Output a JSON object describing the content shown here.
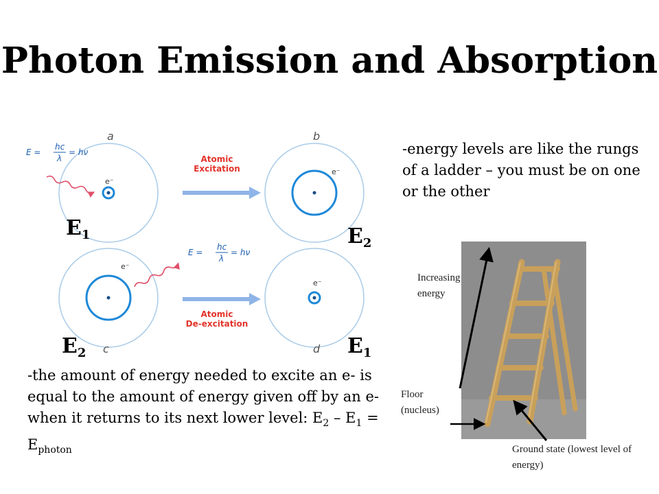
{
  "slide": {
    "title": "Photon Emission and Absorption",
    "note_top": "-energy levels are like the rungs of  a ladder – you must be on one or the other",
    "note_bottom_main": "-the amount of energy needed to excite an e- is equal to the amount of energy given off by an e- when it returns to its next lower level:  E",
    "eq": {
      "sub2": "2",
      "dash": " – E",
      "sub1": "1",
      "equals": " = E",
      "sub_photon": "photon"
    }
  },
  "diagram": {
    "panels": {
      "a": "a",
      "b": "b",
      "c": "c",
      "d": "d"
    },
    "electron_label": "e⁻",
    "formula": {
      "lhs": "E =",
      "num": "hc",
      "den": "λ",
      "rhs": "= hν"
    },
    "excitation": [
      "Atomic",
      "Excitation"
    ],
    "deexcitation": [
      "Atomic",
      "De-excitation"
    ],
    "energy_labels": {
      "top_left": {
        "letter": "E",
        "sub": "1"
      },
      "top_right": {
        "letter": "E",
        "sub": "2"
      },
      "bottom_left": {
        "letter": "E",
        "sub": "2"
      },
      "bottom_right": {
        "letter": "E",
        "sub": "1"
      }
    },
    "colors": {
      "orbit": "#1e88d8",
      "photon": "#e0506a",
      "arrow": "#8fb4e8",
      "label": "#e2342b"
    }
  },
  "ladder": {
    "increasing": "Increasing energy",
    "floor": "Floor (nucleus)",
    "ground": "Ground state (lowest level of energy)"
  }
}
